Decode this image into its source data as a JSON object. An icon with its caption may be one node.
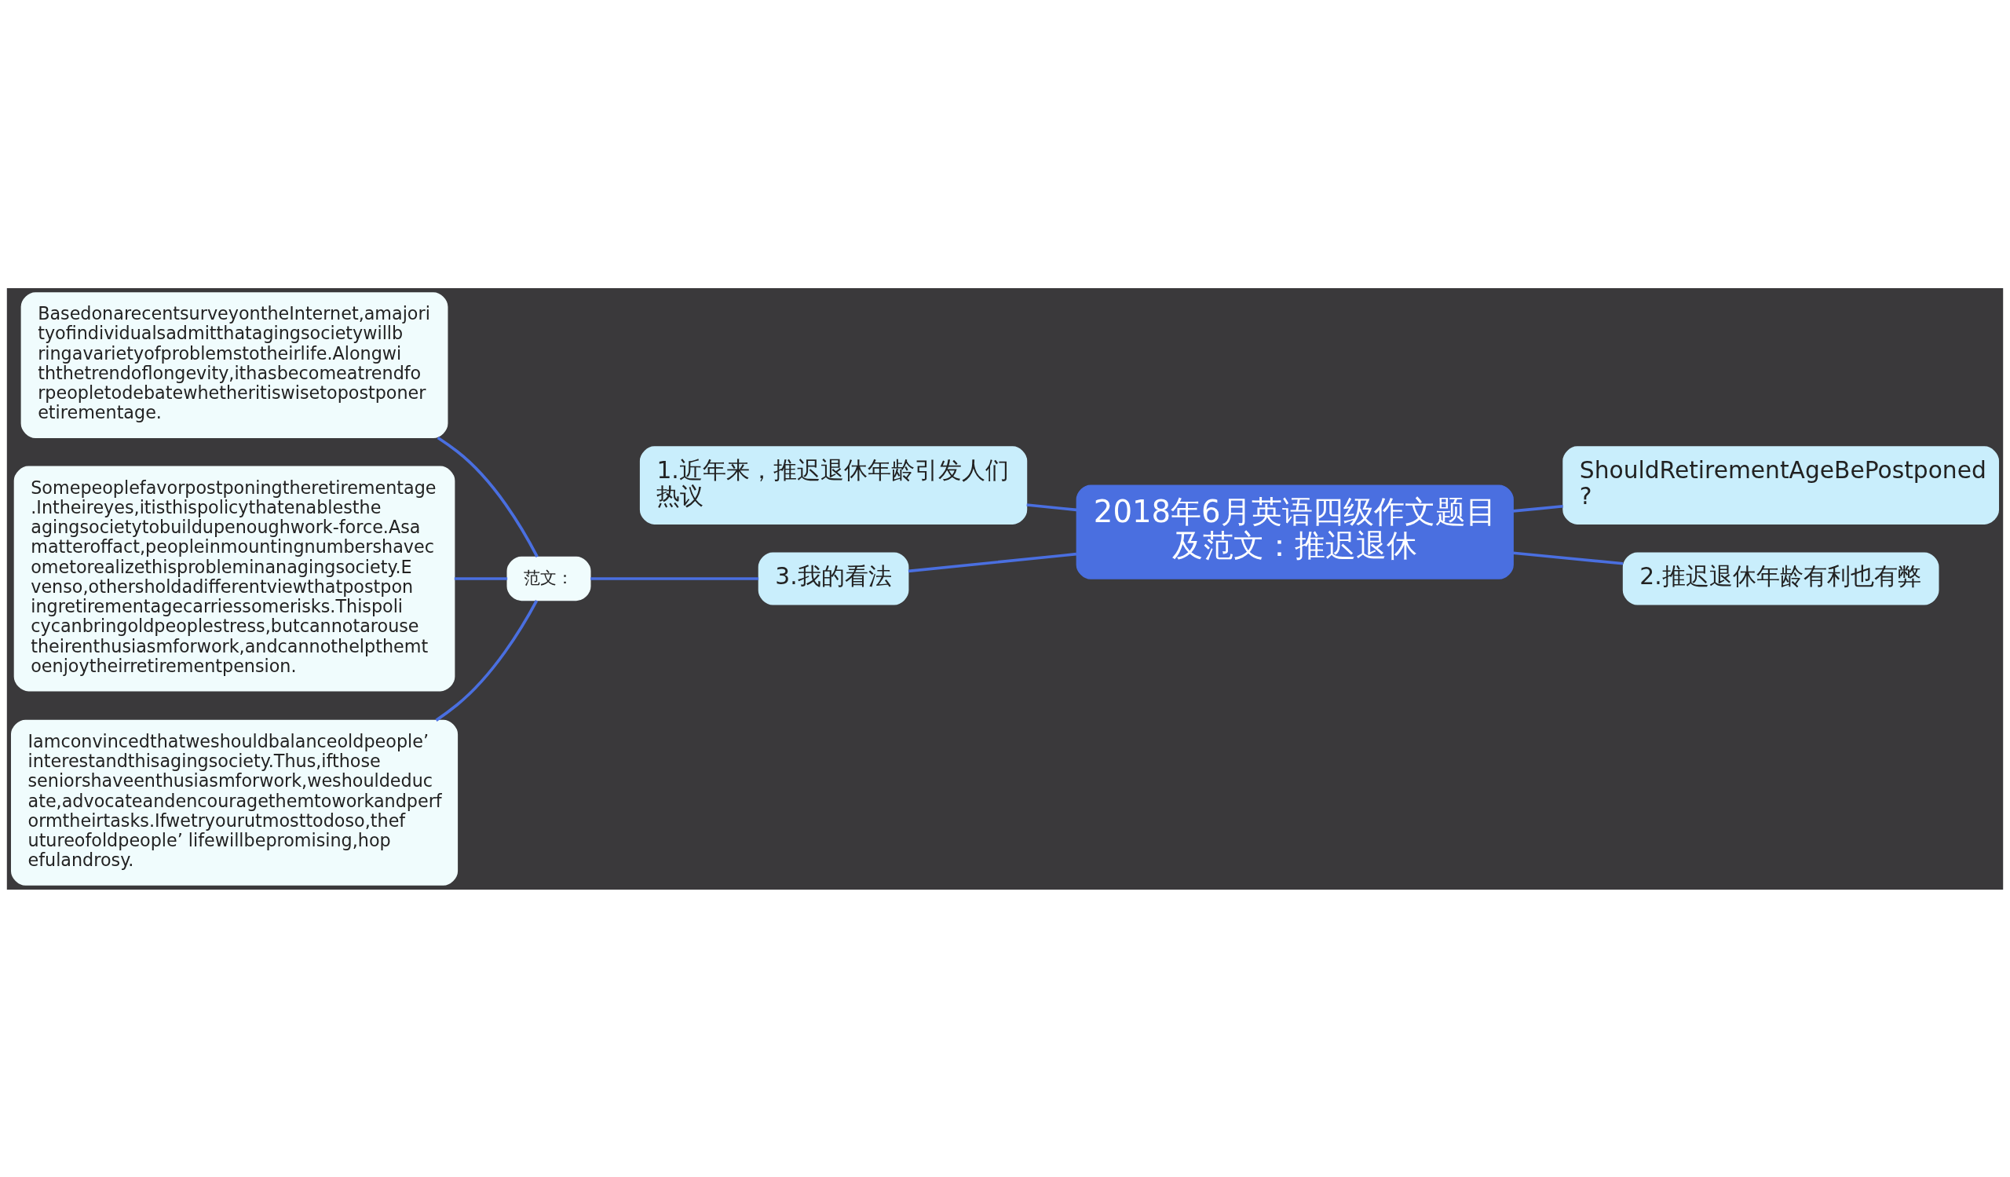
{
  "diagram": {
    "nodes": [
      {
        "text": [
          "2018年6月英语四级作文题目及范文：推迟退休"
        ]
      },
      {
        "text": [
          "1.近年来，推迟退休年龄引发人们热议"
        ]
      },
      {
        "text": [
          "3.我的看法"
        ]
      },
      {
        "text": [
          "范文："
        ]
      },
      {
        "text": [
          "BasedonarecentsurveyontheInternet,amajorityofindividualsadmitthatagingsocietywillbringavarietyofproblemstotheirlife.Alongwiththetrendoflongevity,ithasbecomeatrendforpeopletodebatewhetheritiswisetopostponeretirementage."
        ]
      },
      {
        "text": [
          "Somepeoplefavorpostponingtheretirementage.Intheireyes,itisthispolicythatenablestheagingsocietytobuildupenoughwork-force.Asamatteroffact,peopleinmountingnumbershavecometorealizethisprobleminanagingsociety.Evenso,othersholdadifferentviewthatpostponingretirementagecarriessomerisks.Thispolicycanbringoldpeoplestress,butcannotarousetheirenthusiasmforwork,andcannothelpthemtoenjoytheirretirementpension."
        ]
      },
      {
        "text": [
          "Iamconvincedthatweshouldbalanceoldpeople’ interestandthisagingsociety.Thus,ifthoseseniorshaveenthusiasmforwork,weshouldeducate,advocateandencouragethemtoworkandperformtheirtasks.Ifwetryourutmosttodoso,thefutureofoldpeople’ lifewillbepromising,hopefulandrosy."
        ]
      },
      {
        "text": [
          "ShouldRetirementAgeBePostponed?"
        ]
      },
      {
        "text": [
          "2.推迟退休年龄有利也有弊"
        ]
      }
    ],
    "edges": [
      {
        "from": 0,
        "to": 1,
        "arrow": "none"
      },
      {
        "from": 0,
        "to": 2,
        "arrow": "none"
      },
      {
        "from": 2,
        "to": 3,
        "arrow": "none"
      },
      {
        "from": 3,
        "to": 4,
        "arrow": "none"
      },
      {
        "from": 3,
        "to": 5,
        "arrow": "none"
      },
      {
        "from": 3,
        "to": 6,
        "arrow": "none"
      },
      {
        "from": 0,
        "to": 7,
        "arrow": "none"
      },
      {
        "from": 0,
        "to": 8,
        "arrow": "none"
      }
    ]
  }
}
